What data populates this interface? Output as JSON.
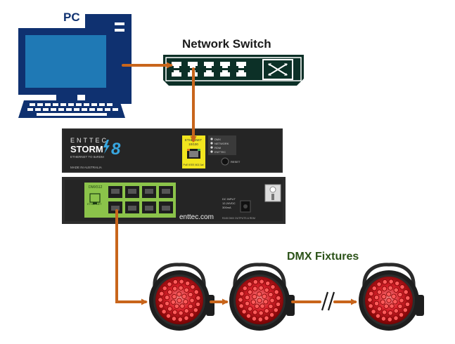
{
  "labels": {
    "pc": "PC",
    "network_switch": "Network Switch",
    "dmx_fixtures": "DMX Fixtures"
  },
  "storm": {
    "brand": "ENTTEC",
    "model_word": "STORM",
    "model_num": "8",
    "subtitle": "ETHERNET TO 8xRDM",
    "made_in": "MADE IN AUSTRALIA",
    "eth_label_1": "ETHERNET",
    "eth_label_2": "10/100",
    "eth_label_3": "PoE IEEE 802.3af",
    "status_1": "DMX",
    "status_2": "NETWORK",
    "status_3": "RDM",
    "status_4": "ENTTEC",
    "reset": "RESET",
    "port_header": "DMX512",
    "port_sub": "ETHERNET",
    "dc_input_1": "DC INPUT",
    "dc_input_2": "12-24VDC",
    "dc_input_3": "300mA",
    "site": "enttec.com",
    "fine_print": "RJ45 DMX OUTPUTS & RDM"
  },
  "colors": {
    "cable": "#c8651b",
    "monitor": "#0f3170",
    "screen": "#1f79b5",
    "switch_body": "#0c3027",
    "storm_highlight": "#f2e51e",
    "port_green": "#8bc34a",
    "led_red": "#d32020",
    "storm_accent": "#38a6df"
  }
}
